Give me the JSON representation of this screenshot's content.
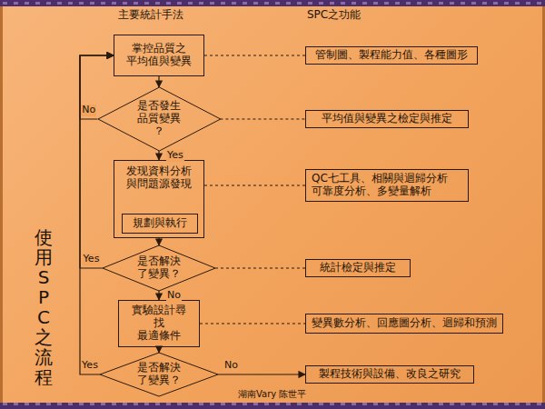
{
  "diagram": {
    "nodes": [
      {
        "text": [
          "掌控品質之 平均值與變異"
        ]
      },
      {
        "text": [
          "是否發生 品質變異 ？"
        ]
      },
      {
        "text": [
          "发现資料分析 與問題源發現"
        ]
      },
      {
        "text": [
          "規劃與執行"
        ],
        "in": 2
      },
      {
        "text": [
          "是否解決 了變異？"
        ]
      },
      {
        "text": [
          "實驗設計尋 找 最適條件"
        ]
      },
      {
        "text": [
          "是否解決 了變異？"
        ]
      },
      {
        "text": [
          "管制圖、製程能力值、各種圖形"
        ]
      },
      {
        "text": [
          "平均值與變異之檢定與推定"
        ]
      },
      {
        "text": [
          "QC七工具、相關與迴歸分析 可靠度分析、多變量解析"
        ]
      },
      {
        "text": [
          "統計檢定與推定"
        ]
      },
      {
        "text": [
          "變異數分析、回應圖分析、迴歸和預測"
        ]
      },
      {
        "text": [
          "製程技術與設備、改良之研究"
        ]
      }
    ],
    "edges": [
      {
        "from": 0,
        "to": 1,
        "arrow": "to"
      },
      {
        "from": 1,
        "to": 2,
        "label": "Yes",
        "arrow": "to"
      },
      {
        "from": 2,
        "to": 4,
        "arrow": "to"
      },
      {
        "from": 4,
        "to": 5,
        "label": "No",
        "arrow": "to"
      },
      {
        "from": 5,
        "to": 6,
        "arrow": "to"
      },
      {
        "from": 6,
        "to": 12,
        "label": "No",
        "arrow": "to"
      },
      {
        "from": 1,
        "to": 0,
        "label": "No",
        "arrow": "to"
      },
      {
        "from": 4,
        "to": 0,
        "label": "Yes",
        "arrow": "to"
      },
      {
        "from": 6,
        "to": 0,
        "label": "Yes",
        "arrow": "to"
      },
      {
        "from": 0,
        "to": 7,
        "arrow": "none"
      },
      {
        "from": 1,
        "to": 8,
        "arrow": "none"
      },
      {
        "from": 2,
        "to": 9,
        "arrow": "none"
      },
      {
        "from": 4,
        "to": 10,
        "arrow": "none"
      },
      {
        "from": 5,
        "to": 11,
        "arrow": "none"
      }
    ],
    "labels": [
      "使用SPC之流程",
      "主要統計手法",
      "SPC之功能",
      "湖南Vary 陈世平"
    ]
  }
}
